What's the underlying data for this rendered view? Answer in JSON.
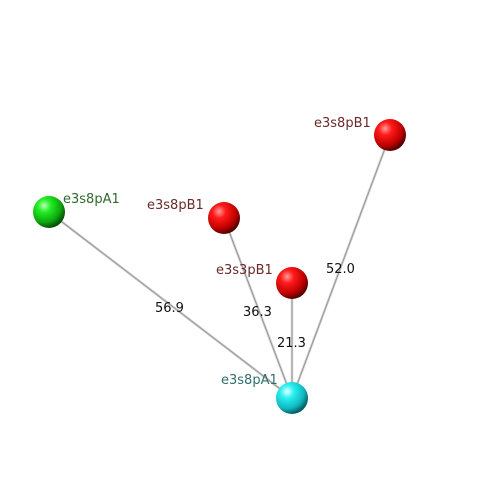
{
  "nodes": [
    {
      "id": "center",
      "label": "e3s8pA1",
      "color": "cyan",
      "label_color": "#2f6f6f"
    },
    {
      "id": "green",
      "label": "e3s8pA1",
      "color": "green",
      "label_color": "#2e6b2e"
    },
    {
      "id": "red_far",
      "label": "e3s8pB1",
      "color": "red",
      "label_color": "#6b2a2a"
    },
    {
      "id": "red_mid",
      "label": "e3s8pB1",
      "color": "red",
      "label_color": "#6b2a2a"
    },
    {
      "id": "red_near",
      "label": "e3s3pB1",
      "color": "red",
      "label_color": "#6b2a2a"
    }
  ],
  "edges": [
    {
      "from": "center",
      "to": "green",
      "label": "56.9"
    },
    {
      "from": "center",
      "to": "red_mid",
      "label": "36.3"
    },
    {
      "from": "center",
      "to": "red_near",
      "label": "21.3"
    },
    {
      "from": "center",
      "to": "red_far",
      "label": "52.0"
    }
  ]
}
